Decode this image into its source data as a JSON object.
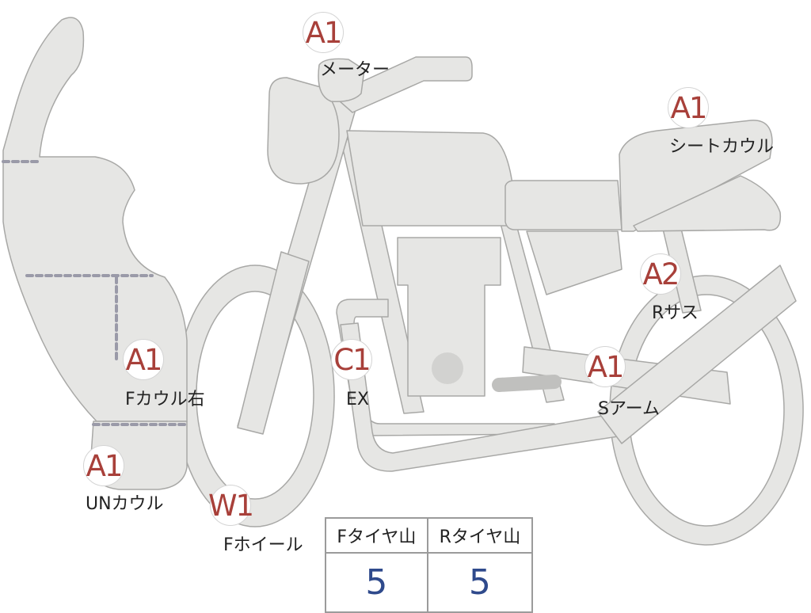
{
  "colors": {
    "body_fill": "#e6e6e4",
    "outline": "#a8a8a6",
    "code_color": "#a8403a",
    "value_color": "#2f4a8c"
  },
  "parts": [
    {
      "code": "A1",
      "label": "メーター"
    },
    {
      "code": "A1",
      "label": "シートカウル"
    },
    {
      "code": "A2",
      "label": "Rサス"
    },
    {
      "code": "A1",
      "label": "Sアーム"
    },
    {
      "code": "C1",
      "label": "EX"
    },
    {
      "code": "A1",
      "label": "Fカウル右"
    },
    {
      "code": "A1",
      "label": "UNカウル"
    },
    {
      "code": "W1",
      "label": "Fホイール"
    }
  ],
  "tread": {
    "front_header": "Fタイヤ山",
    "rear_header": "Rタイヤ山",
    "front_value": "5",
    "rear_value": "5"
  }
}
